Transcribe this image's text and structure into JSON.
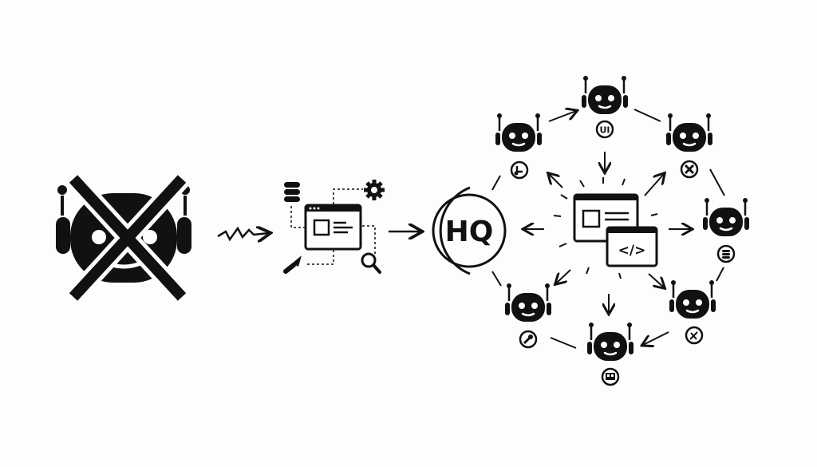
{
  "diagram": {
    "hq_label": "HQ",
    "ui_badge_label": "UI",
    "code_label": "</>",
    "colors": {
      "ink": "#111111",
      "background": "#fdfdfd"
    },
    "icons": [
      "crossed-out-robot-icon",
      "zigzag-arrow-icon",
      "database-icon",
      "gear-icon",
      "browser-window-icon",
      "paintbrush-icon",
      "magnifier-icon",
      "hq-icon",
      "code-window-icon",
      "robot-icon"
    ],
    "agents": [
      {
        "name": "ui-agent",
        "badge": "UI"
      },
      {
        "name": "music-agent",
        "badge": "note-icon"
      },
      {
        "name": "tools-agent",
        "badge": "cross-tools-icon"
      },
      {
        "name": "database-agent",
        "badge": "database-icon"
      },
      {
        "name": "repair-agent",
        "badge": "scissors-wrench-icon"
      },
      {
        "name": "layout-agent",
        "badge": "grid-icon"
      },
      {
        "name": "wrench-agent",
        "badge": "wrench-icon"
      }
    ]
  }
}
